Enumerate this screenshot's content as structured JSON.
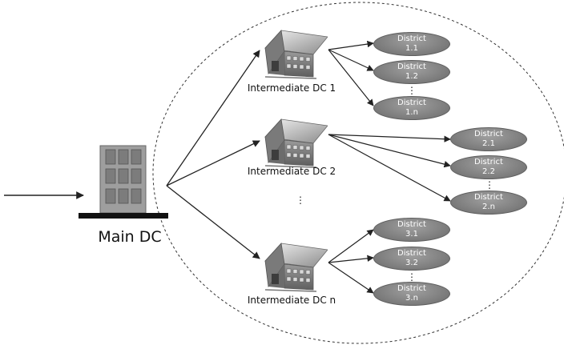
{
  "main_dc": {
    "label": "Main DC"
  },
  "intermediate_dcs": [
    {
      "label": "Intermediate DC 1",
      "districts": [
        {
          "l1": "District",
          "l2": "1.1"
        },
        {
          "l1": "District",
          "l2": "1.2"
        },
        {
          "l1": "District",
          "l2": "1.n"
        }
      ]
    },
    {
      "label": "Intermediate DC 2",
      "districts": [
        {
          "l1": "District",
          "l2": "2.1"
        },
        {
          "l1": "District",
          "l2": "2.2"
        },
        {
          "l1": "District",
          "l2": "2.n"
        }
      ]
    },
    {
      "label": "Intermediate DC n",
      "districts": [
        {
          "l1": "District",
          "l2": "3.1"
        },
        {
          "l1": "District",
          "l2": "3.2"
        },
        {
          "l1": "District",
          "l2": "3.n"
        }
      ]
    }
  ],
  "ellipsis": {
    "vertical": "⋮"
  },
  "colors": {
    "district_fill": "#7a7a7a",
    "building": "#8a8a8a",
    "line": "#222222"
  }
}
